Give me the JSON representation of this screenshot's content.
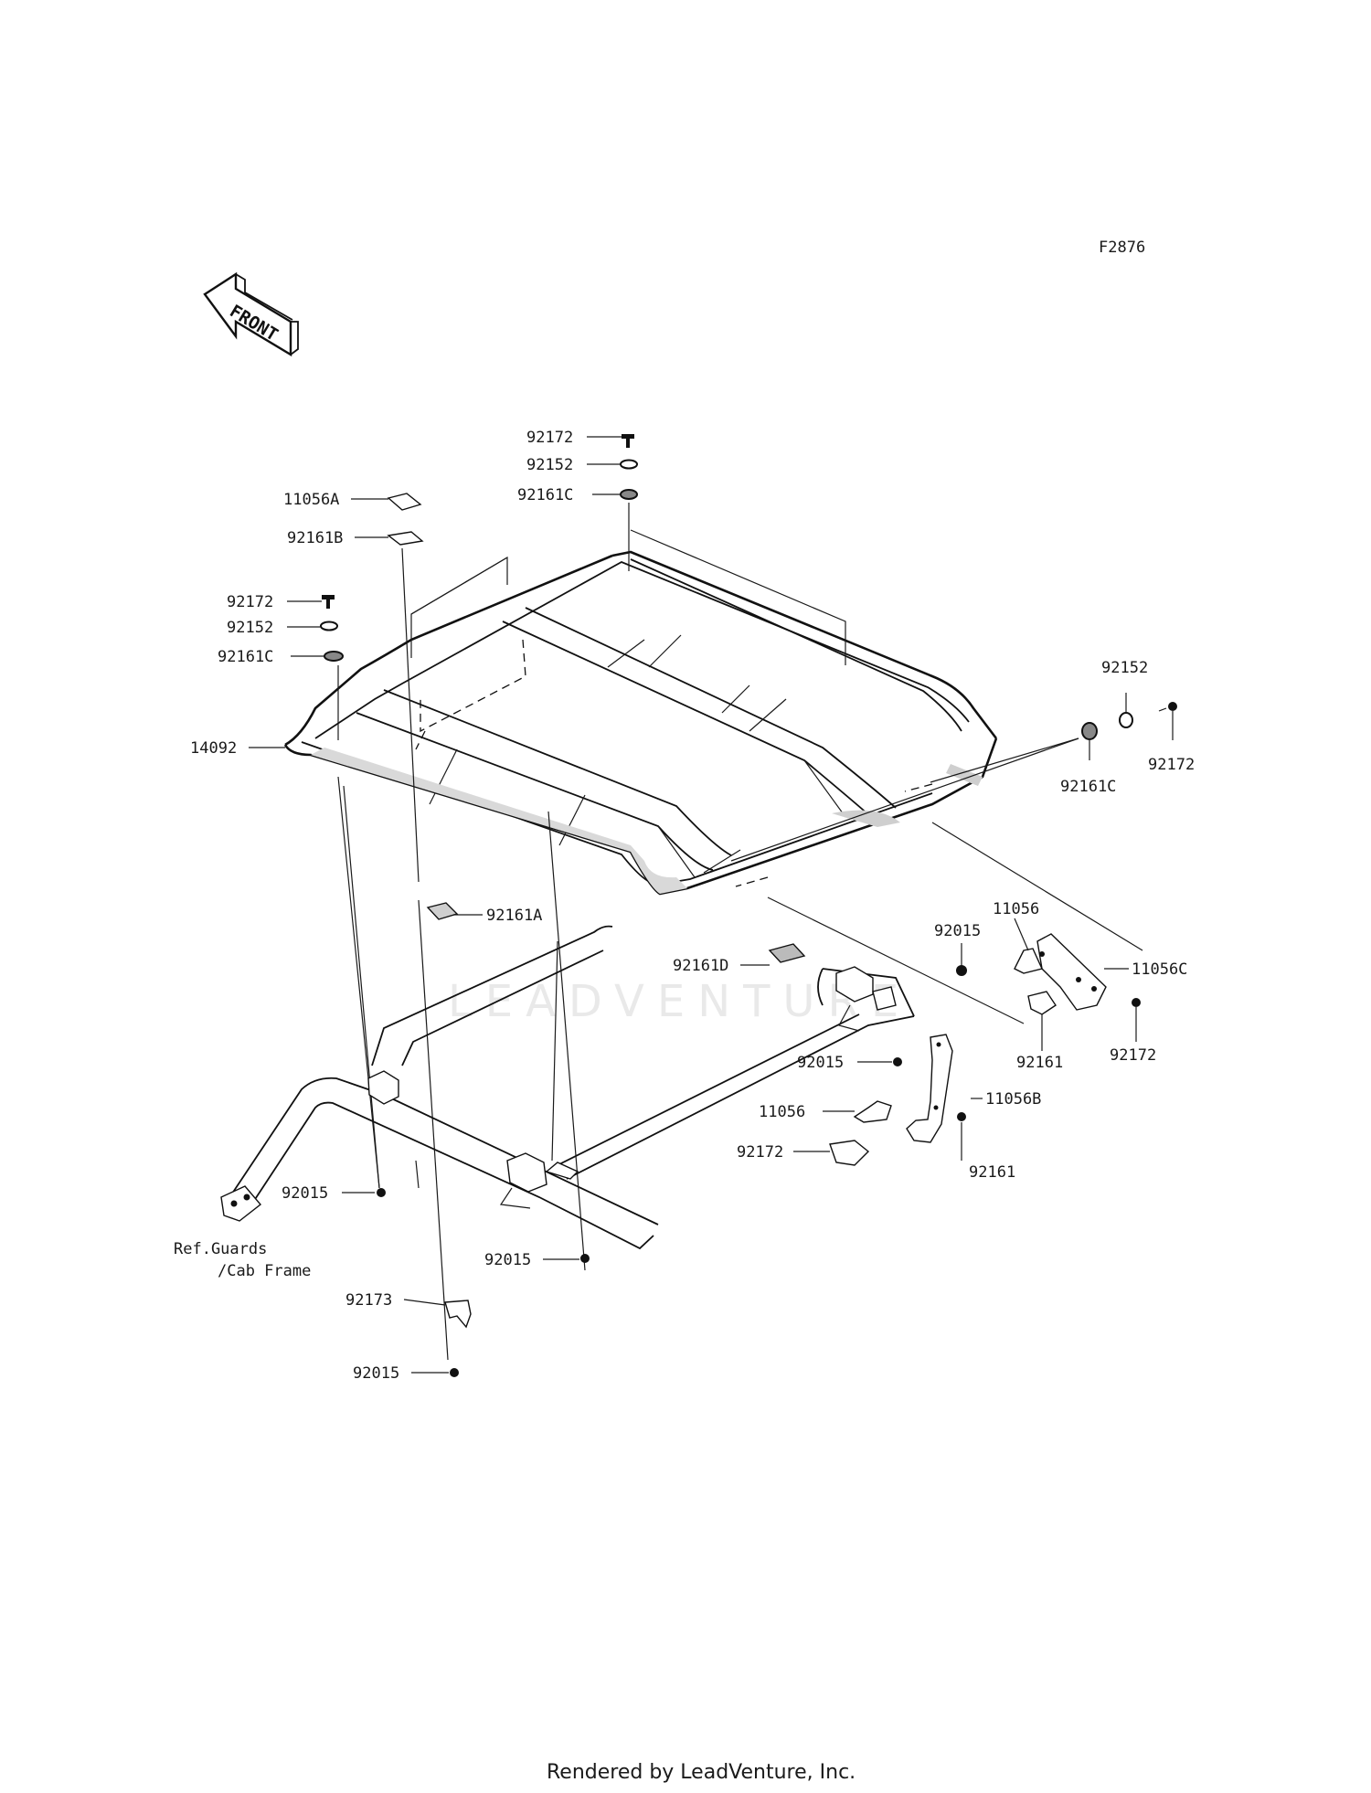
{
  "diagram_code": "F2876",
  "front_arrow_text": "FRONT",
  "watermark": "LEADVENTURE",
  "footer": "Rendered by LeadVenture, Inc.",
  "reference_note": {
    "line1": "Ref.Guards",
    "line2": "/Cab Frame"
  },
  "callouts": [
    {
      "id": "c1",
      "text": "92172"
    },
    {
      "id": "c2",
      "text": "92152"
    },
    {
      "id": "c3",
      "text": "92161C"
    },
    {
      "id": "c4",
      "text": "11056A"
    },
    {
      "id": "c5",
      "text": "92161B"
    },
    {
      "id": "c6",
      "text": "92172"
    },
    {
      "id": "c7",
      "text": "92152"
    },
    {
      "id": "c8",
      "text": "92161C"
    },
    {
      "id": "c9",
      "text": "14092"
    },
    {
      "id": "c10",
      "text": "92152"
    },
    {
      "id": "c11",
      "text": "92172"
    },
    {
      "id": "c12",
      "text": "92161C"
    },
    {
      "id": "c13",
      "text": "92161A"
    },
    {
      "id": "c14",
      "text": "92015"
    },
    {
      "id": "c15",
      "text": "11056"
    },
    {
      "id": "c16",
      "text": "11056C"
    },
    {
      "id": "c17",
      "text": "92161D"
    },
    {
      "id": "c18",
      "text": "92161"
    },
    {
      "id": "c19",
      "text": "92172"
    },
    {
      "id": "c20",
      "text": "92015"
    },
    {
      "id": "c21",
      "text": "11056B"
    },
    {
      "id": "c22",
      "text": "11056"
    },
    {
      "id": "c23",
      "text": "92161"
    },
    {
      "id": "c24",
      "text": "92172"
    },
    {
      "id": "c25",
      "text": "92015"
    },
    {
      "id": "c26",
      "text": "92015"
    },
    {
      "id": "c27",
      "text": "92173"
    },
    {
      "id": "c28",
      "text": "92015"
    }
  ]
}
